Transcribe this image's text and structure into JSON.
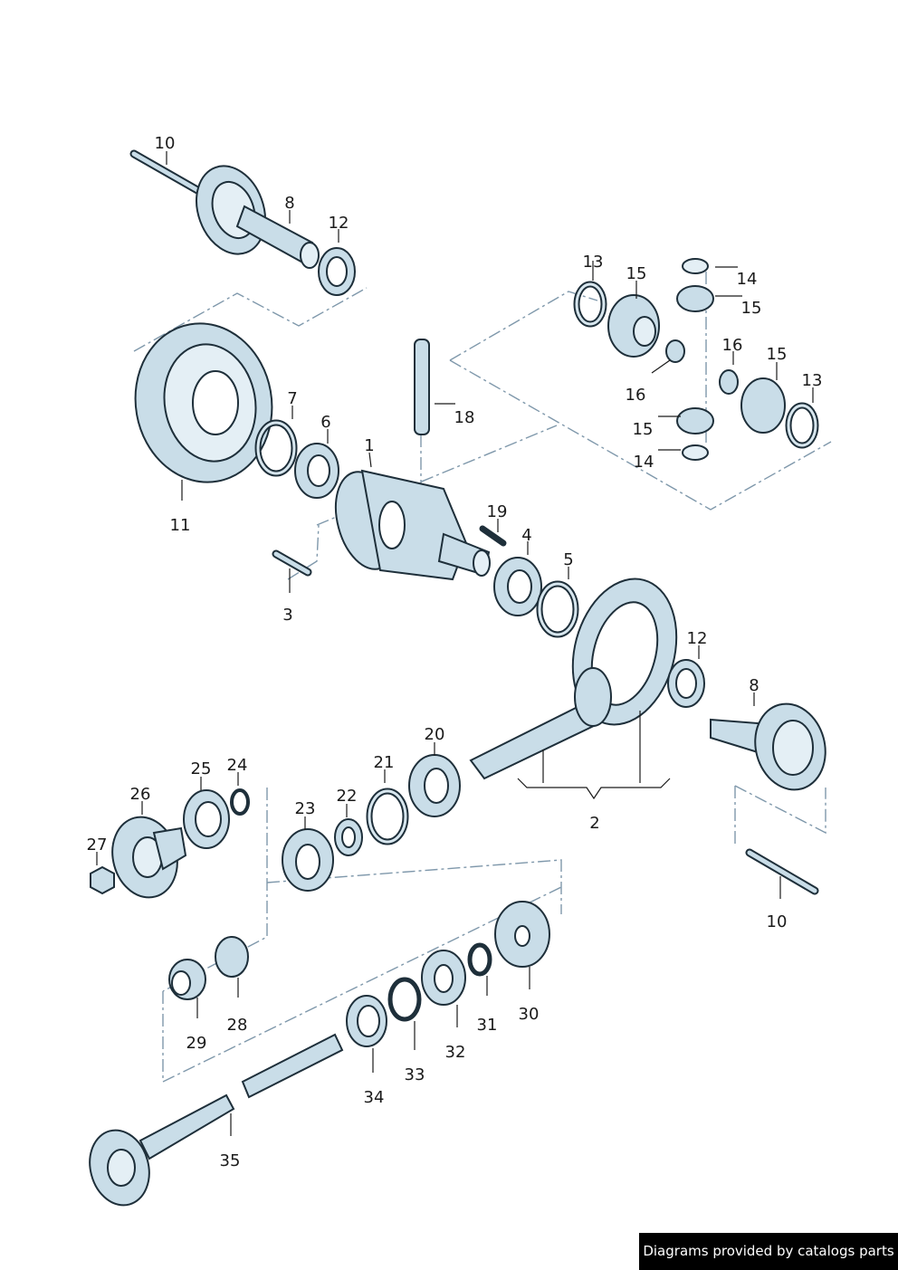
{
  "credit": "Diagrams provided by catalogs parts",
  "callouts": [
    "10",
    "8",
    "12",
    "13",
    "15",
    "14",
    "15",
    "16",
    "15",
    "16",
    "13",
    "18",
    "7",
    "6",
    "1",
    "15",
    "14",
    "11",
    "19",
    "4",
    "5",
    "3",
    "12",
    "8",
    "20",
    "21",
    "22",
    "23",
    "24",
    "25",
    "26",
    "27",
    "2",
    "10",
    "28",
    "29",
    "30",
    "31",
    "32",
    "33",
    "34",
    "35"
  ],
  "colors": {
    "part_fill": "#c9dde8",
    "outline": "#1e2f3a",
    "leader": "#1a1a1a",
    "group_line": "#7f98ab",
    "footer_bg": "#000000",
    "footer_text": "#ffffff"
  }
}
